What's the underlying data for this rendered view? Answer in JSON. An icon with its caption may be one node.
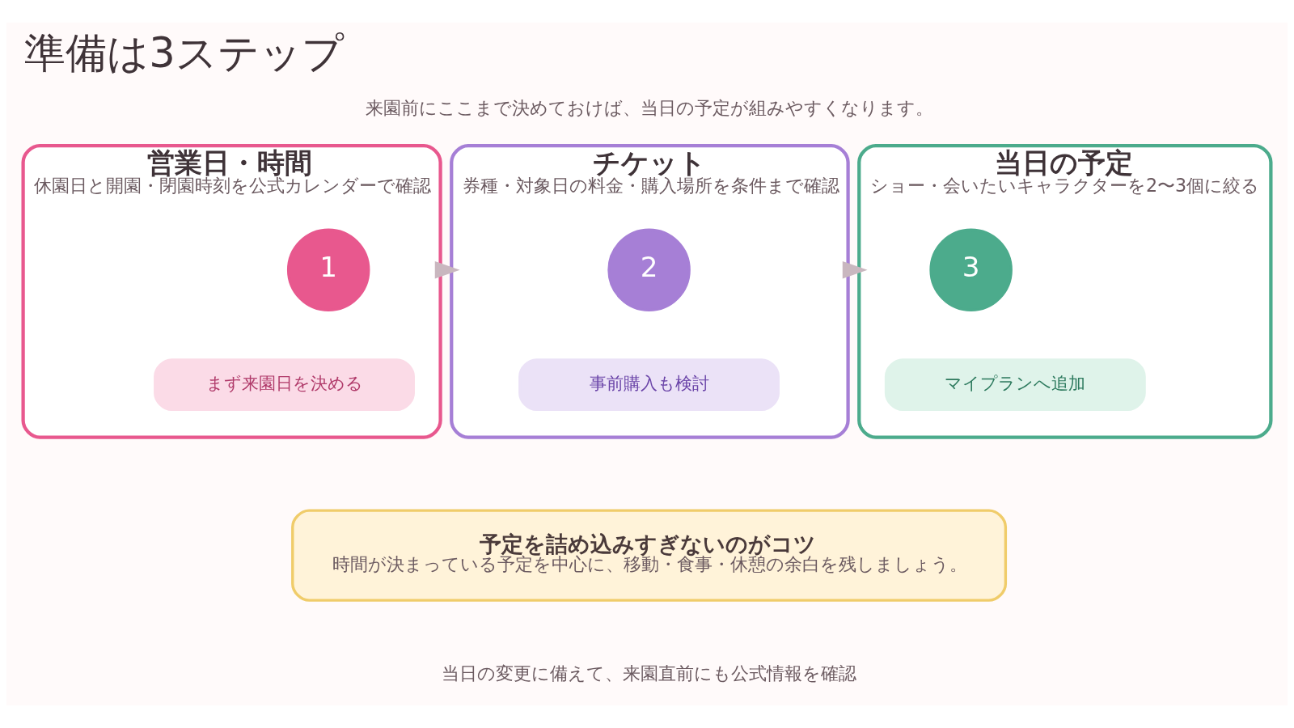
{
  "diagram": {
    "title": "準備は3ステップ",
    "nodes": [
      {
        "text": [
          "営業日・時間",
          "休園日と開園・閉園時刻を公式カレンダーで確認"
        ]
      },
      {
        "text": [
          "1"
        ],
        "in": 0
      },
      {
        "text": [
          "まず来園日を決める"
        ],
        "in": 0
      },
      {
        "text": [
          "チケット",
          "券種・対象日の料金・購入場所を条件まで確認"
        ]
      },
      {
        "text": [
          "2"
        ],
        "in": 3
      },
      {
        "text": [
          "事前購入も検討"
        ],
        "in": 3
      },
      {
        "text": [
          "当日の予定",
          "ショー・会いたいキャラクターを2〜3個に絞る"
        ]
      },
      {
        "text": [
          "3"
        ],
        "in": 6
      },
      {
        "text": [
          "マイプランへ追加"
        ],
        "in": 6
      },
      {
        "text": [
          "予定を詰め込みすぎないのがコツ",
          "時間が決まっている予定を中心に、移動・食事・休憩の余白を残しましょう。"
        ]
      }
    ],
    "edges": [
      {
        "from": 0,
        "to": 3,
        "arrow": "to"
      },
      {
        "from": 3,
        "to": 6,
        "arrow": "to"
      }
    ],
    "labels": [
      "来園前にここまで決めておけば、当日の予定が組みやすくなります。",
      "当日の変更に備えて、来園直前にも公式情報を確認"
    ]
  }
}
